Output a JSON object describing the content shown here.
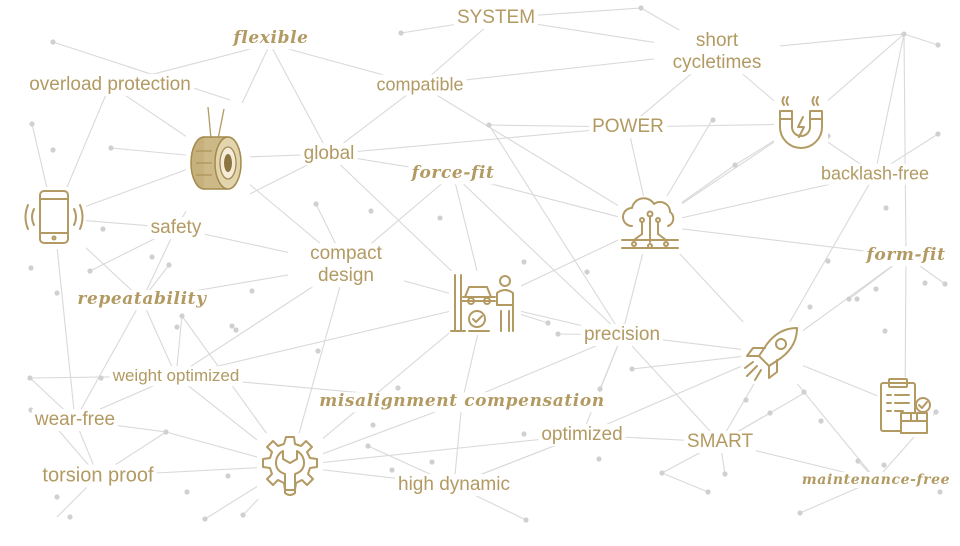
{
  "colors": {
    "gold": "#b29a62",
    "gold_dark": "#a48a4d",
    "line": "#d9d9d9",
    "dot": "#d0d0d0",
    "background": "#ffffff"
  },
  "labels": {
    "system": "SYSTEM",
    "flexible": "flexible",
    "short_cycletimes_line1": "short",
    "short_cycletimes_line2": "cycletimes",
    "overload_protection": "overload protection",
    "compatible": "compatible",
    "power": "POWER",
    "global": "global",
    "backlash_free": "backlash-free",
    "force_fit": "force-fit",
    "safety": "safety",
    "compact_design_line1": "compact",
    "compact_design_line2": "design",
    "form_fit": "form-fit",
    "repeatability": "repeatability",
    "precision": "precision",
    "weight_optimized": "weight optimized",
    "misalignment_compensation": "misalignment compensation",
    "wear_free": "wear-free",
    "optimized": "optimized",
    "smart": "SMART",
    "torsion_proof": "torsion proof",
    "high_dynamic": "high dynamic",
    "maintenance_free": "maintenance-free"
  },
  "icons": [
    "coupling-icon",
    "smartphone-vibrate-icon",
    "magnet-icon",
    "cloud-network-icon",
    "car-lift-mechanic-icon",
    "rocket-icon",
    "wrench-gear-icon",
    "clipboard-package-icon"
  ]
}
